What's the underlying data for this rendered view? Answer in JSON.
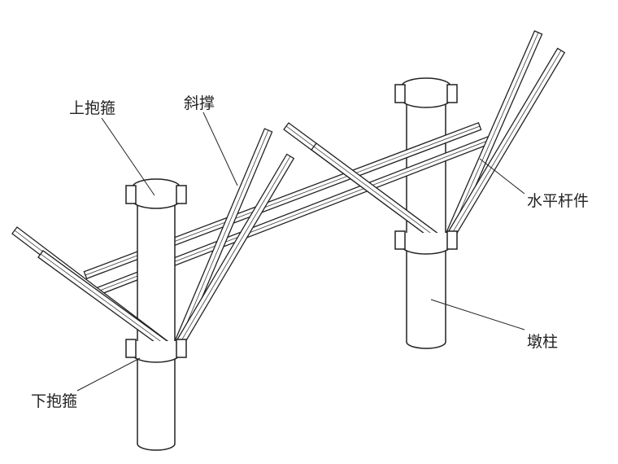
{
  "labels": {
    "upper_hoop": "上抱箍",
    "diagonal_brace": "斜撑",
    "horizontal_member": "水平杆件",
    "pier_column": "墩柱",
    "lower_hoop": "下抱箍"
  },
  "colors": {
    "line": "#222222",
    "fill": "#ffffff"
  }
}
